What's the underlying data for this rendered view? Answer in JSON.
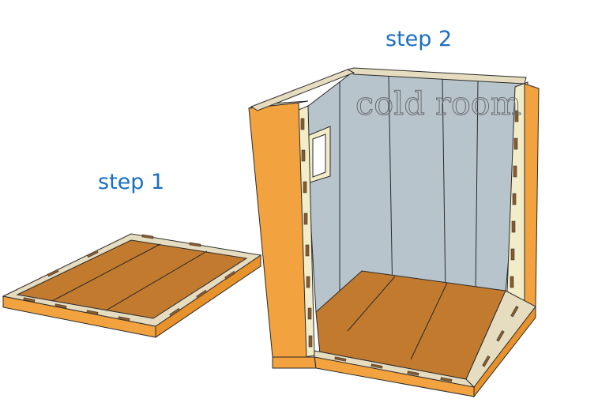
{
  "labels": {
    "step1": "step 1",
    "step2": "step 2",
    "wall_text": "cold room"
  },
  "colors": {
    "label_blue": "#1a6fc4",
    "panel_orange": "#f2a23e",
    "floor_brown": "#c27a2e",
    "wall_bluegrey": "#b8c4cc",
    "frame_cream": "#f3ecc8"
  }
}
